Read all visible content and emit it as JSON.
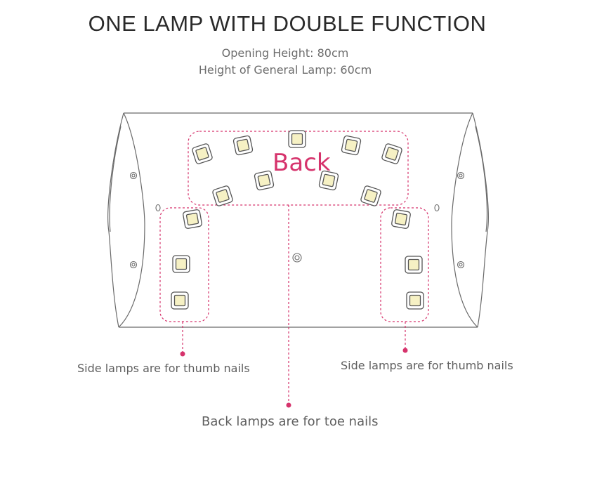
{
  "title": "ONE LAMP WITH DOUBLE FUNCTION",
  "subtitle_lines": [
    "Opening Height: 80cm",
    "Height of General Lamp: 60cm"
  ],
  "zone_label": "Back",
  "callouts": {
    "left_side": "Side lamps are for thumb nails",
    "right_side": "Side lamps are for thumb nails",
    "back": "Back lamps are for toe nails"
  },
  "colors": {
    "accent": "#d6336c",
    "outline": "#555555",
    "led_fill": "#f6f1c4",
    "text": "#5f5f5f",
    "title": "#2a2a2a"
  }
}
